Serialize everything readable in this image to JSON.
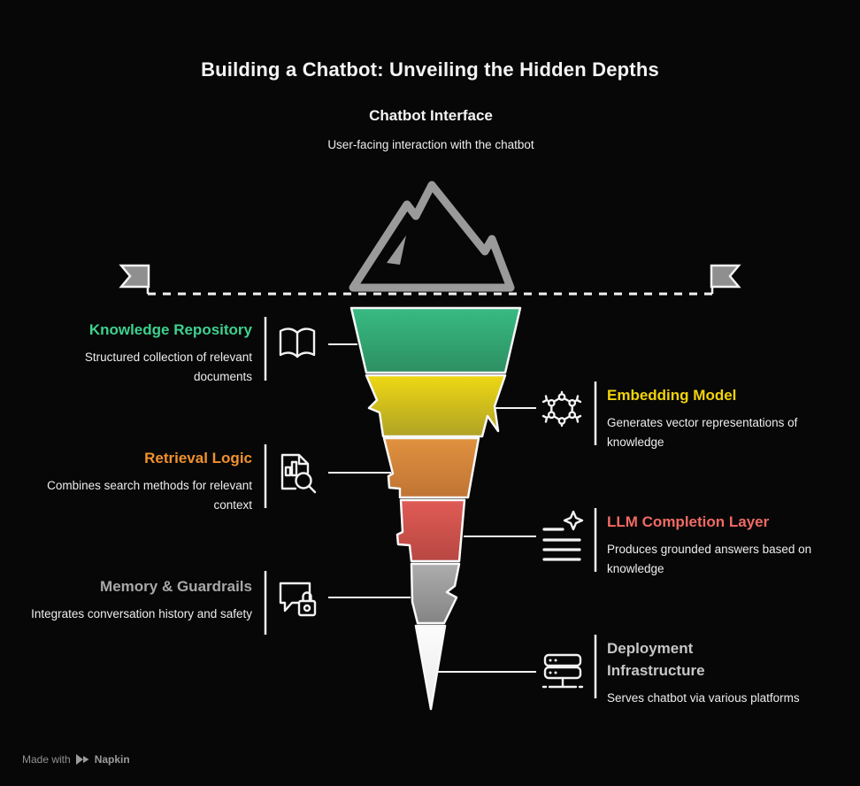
{
  "title": "Building a Chatbot: Unveiling the Hidden Depths",
  "surface": {
    "heading": "Chatbot Interface",
    "description": "User-facing interaction with the chatbot"
  },
  "sections": [
    {
      "id": "knowledge-repository",
      "side": "left",
      "heading": "Knowledge Repository",
      "description": "Structured collection of relevant documents",
      "accent_color": "#3ed08f",
      "segment_colors": [
        "#38bb83",
        "#2d8f62"
      ],
      "icon": "open-book-icon"
    },
    {
      "id": "embedding-model",
      "side": "right",
      "heading": "Embedding Model",
      "description": "Generates vector representations of knowledge",
      "accent_color": "#f1d30a",
      "segment_colors": [
        "#eed813",
        "#b0a226"
      ],
      "icon": "molecule-icon"
    },
    {
      "id": "retrieval-logic",
      "side": "left",
      "heading": "Retrieval Logic",
      "description": "Combines search methods for relevant context",
      "accent_color": "#f0912f",
      "segment_colors": [
        "#e0923f",
        "#bf7434"
      ],
      "icon": "document-search-icon"
    },
    {
      "id": "llm-completion-layer",
      "side": "right",
      "heading": "LLM Completion Layer",
      "description": "Produces grounded answers based on knowledge",
      "accent_color": "#f06a64",
      "segment_colors": [
        "#e05b55",
        "#b84742"
      ],
      "icon": "sparkle-text-icon"
    },
    {
      "id": "memory-guardrails",
      "side": "left",
      "heading": "Memory & Guardrails",
      "description": "Integrates conversation history and safety",
      "accent_color": "#a8a8a8",
      "segment_colors": [
        "#adadad",
        "#848484"
      ],
      "icon": "chat-lock-icon"
    },
    {
      "id": "deployment-infrastructure",
      "side": "right",
      "heading": "Deployment Infrastructure",
      "description": "Serves chatbot via various platforms",
      "accent_color": "#c6c6c6",
      "segment_colors": [
        "#fcfcfc",
        "#e9e9e9"
      ],
      "icon": "server-rack-icon"
    }
  ],
  "graphic": {
    "mountain_color": "#9a9a9a",
    "flag_color": "#8f8f8f",
    "waterline_color": "#f2f2f2",
    "background": "#070707"
  },
  "footer": {
    "made_with": "Made with",
    "brand": "Napkin"
  }
}
